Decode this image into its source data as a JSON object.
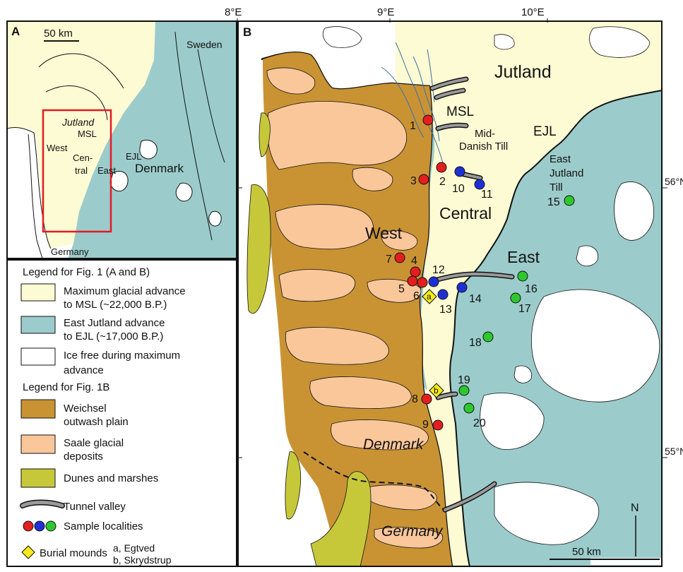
{
  "colors": {
    "msl_advance": "#fdfbd3",
    "ejl_advance": "#9ccbcb",
    "ice_free": "#ffffff",
    "outwash": "#c99334",
    "saale": "#fac79b",
    "dunes": "#c6c83a",
    "tunnel_valley": "#9a9a9a",
    "sample_red": "#e41e1e",
    "sample_blue": "#1f2fd6",
    "sample_green": "#2dc82d",
    "mound": "#f6ea1c",
    "frame": "#111111",
    "highlight_box": "#e31b23",
    "rivers": "#3a6fa8"
  },
  "grid": {
    "lon_labels": [
      "8°E",
      "9°E",
      "10°E"
    ],
    "lat_labels": [
      "56°N",
      "55°N"
    ]
  },
  "panel_a": {
    "letter": "A",
    "scale": "50 km",
    "labels": {
      "sweden": "Sweden",
      "jutland": "Jutland",
      "msl": "MSL",
      "west": "West",
      "central_1": "Cen-",
      "central_2": "tral",
      "east": "East",
      "ejl": "EJL",
      "denmark": "Denmark",
      "germany": "Germany"
    }
  },
  "panel_b": {
    "letter": "B",
    "scale": "50 km",
    "north": "N",
    "labels": {
      "jutland": "Jutland",
      "msl": "MSL",
      "mid_danish_1": "Mid-",
      "mid_danish_2": "Danish Till",
      "ejl": "EJL",
      "east_jutland_1": "East",
      "east_jutland_2": "Jutland",
      "east_jutland_3": "Till",
      "west": "West",
      "central": "Central",
      "east": "East",
      "denmark": "Denmark",
      "germany": "Germany"
    },
    "samples": [
      {
        "id": "1",
        "group": "red"
      },
      {
        "id": "2",
        "group": "red"
      },
      {
        "id": "3",
        "group": "red"
      },
      {
        "id": "4",
        "group": "red"
      },
      {
        "id": "5",
        "group": "red"
      },
      {
        "id": "6",
        "group": "red"
      },
      {
        "id": "7",
        "group": "red"
      },
      {
        "id": "8",
        "group": "red"
      },
      {
        "id": "9",
        "group": "red"
      },
      {
        "id": "10",
        "group": "blue"
      },
      {
        "id": "11",
        "group": "blue"
      },
      {
        "id": "12",
        "group": "blue"
      },
      {
        "id": "13",
        "group": "blue"
      },
      {
        "id": "14",
        "group": "blue"
      },
      {
        "id": "15",
        "group": "green"
      },
      {
        "id": "16",
        "group": "green"
      },
      {
        "id": "17",
        "group": "green"
      },
      {
        "id": "18",
        "group": "green"
      },
      {
        "id": "19",
        "group": "green"
      },
      {
        "id": "20",
        "group": "green"
      }
    ],
    "mounds": [
      {
        "id": "a"
      },
      {
        "id": "b"
      }
    ]
  },
  "legend": {
    "title_ab": "Legend for Fig. 1 (A and B)",
    "msl_1": "Maximum glacial advance",
    "msl_2": "to MSL (~22,000 B.P.)",
    "ejl_1": "East Jutland advance",
    "ejl_2": "to EJL (~17,000 B.P.)",
    "icefree_1": "Ice free during maximum",
    "icefree_2": "advance",
    "title_b": "Legend for Fig. 1B",
    "outwash_1": "Weichsel",
    "outwash_2": "outwash plain",
    "saale_1": "Saale glacial",
    "saale_2": "deposits",
    "dunes": "Dunes and marshes",
    "tunnel": "Tunnel valley",
    "samples": "Sample localities",
    "mounds": "Burial mounds",
    "mound_a": "a, Egtved",
    "mound_b": "b, Skrydstrup"
  }
}
